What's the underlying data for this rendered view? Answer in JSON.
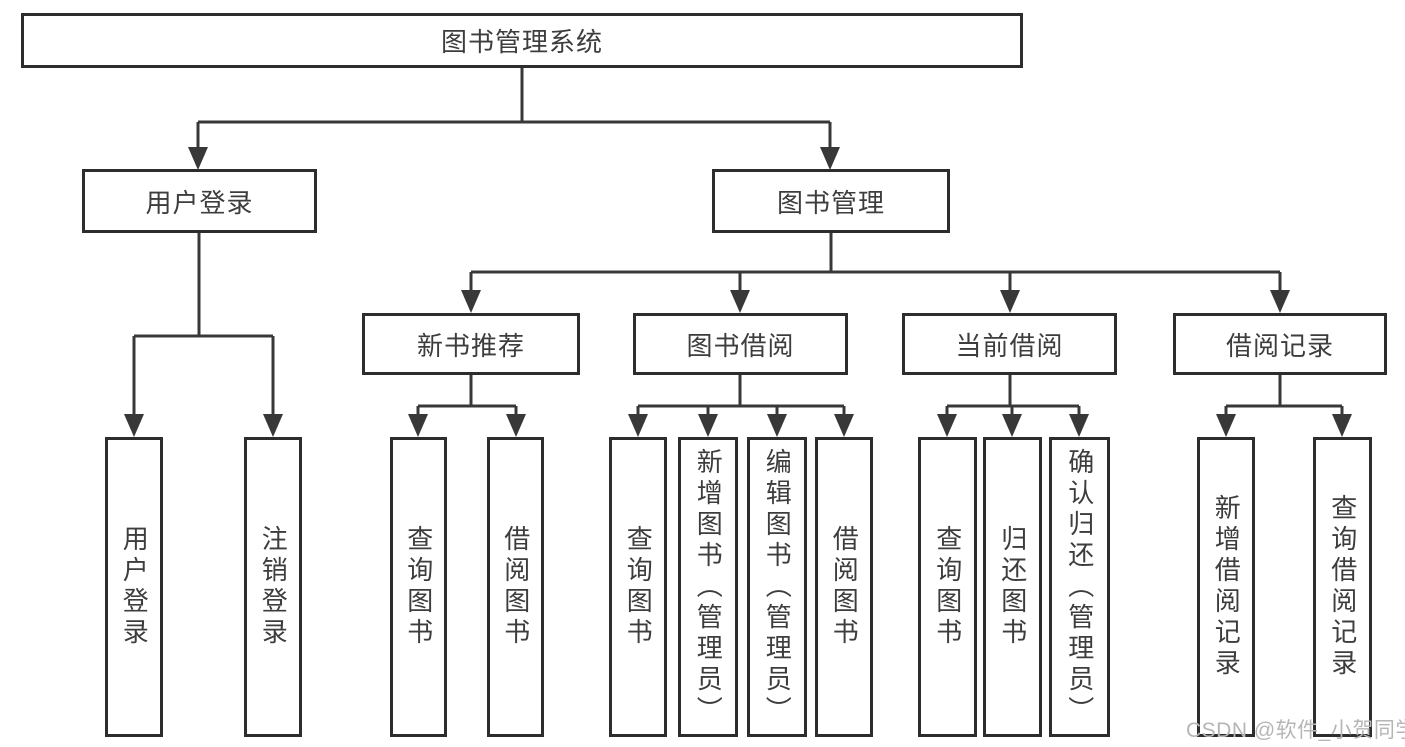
{
  "nodes": {
    "root": "图书管理系统",
    "user_login": "用户登录",
    "book_management": "图书管理",
    "new_book_recommend": "新书推荐",
    "book_borrowing": "图书借阅",
    "current_borrowing": "当前借阅",
    "borrowing_records": "借阅记录",
    "leaf_user_login": "用户登录",
    "leaf_logout": "注销登录",
    "nbr_query_books": "查询图书",
    "nbr_borrow_books": "借阅图书",
    "bb_query_books": "查询图书",
    "bb_add_books": "新增图书（管理员）",
    "bb_edit_books": "编辑图书（管理员）",
    "bb_borrow_books": "借阅图书",
    "cb_query_books": "查询图书",
    "cb_return_books": "归还图书",
    "cb_confirm_return": "确认归还（管理员）",
    "br_add_record": "新增借阅记录",
    "br_query_record": "查询借阅记录"
  },
  "watermark": "CSDN @软件_小贺同学",
  "colors": {
    "line": "#383838",
    "border": "#2d2d2d",
    "text": "#3d3d3d",
    "watermark": "#b6b6b6",
    "background": "#ffffff"
  }
}
